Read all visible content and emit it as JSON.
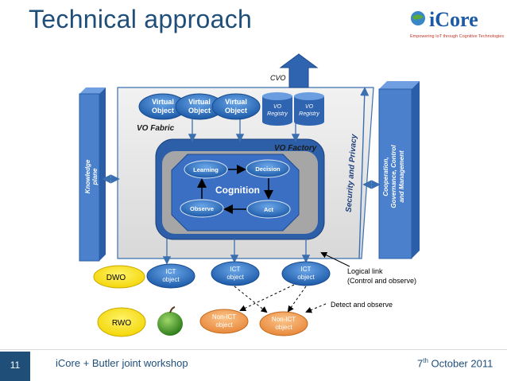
{
  "title": "Technical approach",
  "logo": {
    "brand_i": "i",
    "brand_core": "Core",
    "tagline": "Empowering IoT through Cognitive Technologies"
  },
  "diagram": {
    "cvo": "CVO",
    "virtual_objects": [
      {
        "line1": "Virtual",
        "line2": "Object"
      },
      {
        "line1": "Virtual",
        "line2": "Object"
      },
      {
        "line1": "Virtual",
        "line2": "Object"
      }
    ],
    "vo_registries": [
      {
        "line1": "VO",
        "line2": "Registry"
      },
      {
        "line1": "VO",
        "line2": "Registry"
      }
    ],
    "vo_fabric": "VO Fabric",
    "vo_factory": "VO Factory",
    "cognition": "Cognition",
    "cognition_nodes": {
      "learning": "Learning",
      "decision": "Decision",
      "observe": "Observe",
      "act": "Act"
    },
    "knowledge_plane": {
      "line1": "Knowledge",
      "line2": "plane"
    },
    "security": "Security and Privacy",
    "cooperation": {
      "line1": "Cooperation,",
      "line2": "Governance, Control",
      "line3": "and Management"
    },
    "dwo": "DWO",
    "rwo": "RWO",
    "ict_objects": [
      {
        "line1": "ICT",
        "line2": "object"
      },
      {
        "line1": "ICT",
        "line2": "object"
      },
      {
        "line1": "ICT",
        "line2": "object"
      }
    ],
    "non_ict_objects": [
      {
        "line1": "Non-ICT",
        "line2": "object"
      },
      {
        "line1": "Non-ICT",
        "line2": "object"
      }
    ],
    "logical_link": {
      "line1": "Logical link",
      "line2": "(Control and observe)"
    },
    "detect_observe": "Detect and observe"
  },
  "footer": {
    "slide_number": "11",
    "event": "iCore + Butler joint workshop",
    "date_day": "7",
    "date_suffix": "th",
    "date_rest": " October 2011"
  },
  "colors": {
    "title": "#1f4e79",
    "bubble": "#2e75b6",
    "orange": "#f4a460",
    "yellow": "#ffe800",
    "panel_blue": "#5b8dd6"
  }
}
